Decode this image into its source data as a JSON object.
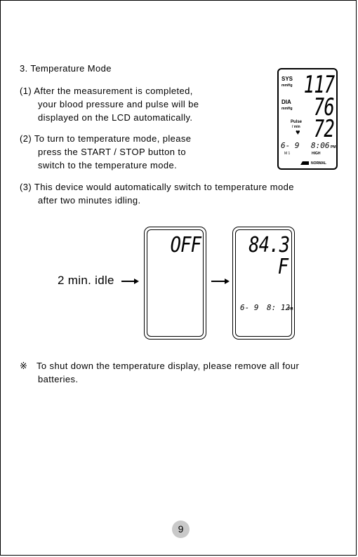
{
  "section": {
    "title": "3. Temperature Mode",
    "items": [
      {
        "lines": [
          "(1) After the measurement is completed,",
          "your blood pressure and pulse will be",
          "displayed on the LCD automatically."
        ]
      },
      {
        "lines": [
          "(2) To turn to temperature mode, please",
          "press the START / STOP button to",
          "switch to the temperature mode."
        ]
      },
      {
        "lines": [
          "(3) This device would automatically switch to temperature mode",
          "after two minutes idling."
        ]
      }
    ]
  },
  "lcd_bp": {
    "sys_label": "SYS",
    "sys_unit": "mmHg",
    "sys_value": "117",
    "dia_label": "DIA",
    "dia_unit": "mmHg",
    "dia_value": "76",
    "pulse_label": "Pulse",
    "pulse_unit": "/ min",
    "pulse_value": "72",
    "date": "6- 9",
    "time": "8:06",
    "ampm": "PM",
    "memory": "M 1",
    "level": "HIGH",
    "classification": "NORMAL"
  },
  "diagram": {
    "idle_label": "2 min. idle",
    "lcd_off_text": "OFF",
    "lcd_temp_value": "84.3",
    "lcd_temp_unit": "F",
    "lcd_temp_date": "6- 9",
    "lcd_temp_time": "8: 12",
    "lcd_temp_ampm": "PM"
  },
  "note": {
    "symbol": "※",
    "lines": [
      "To shut down the temperature display, please remove all four",
      "batteries."
    ]
  },
  "page_number": "9"
}
